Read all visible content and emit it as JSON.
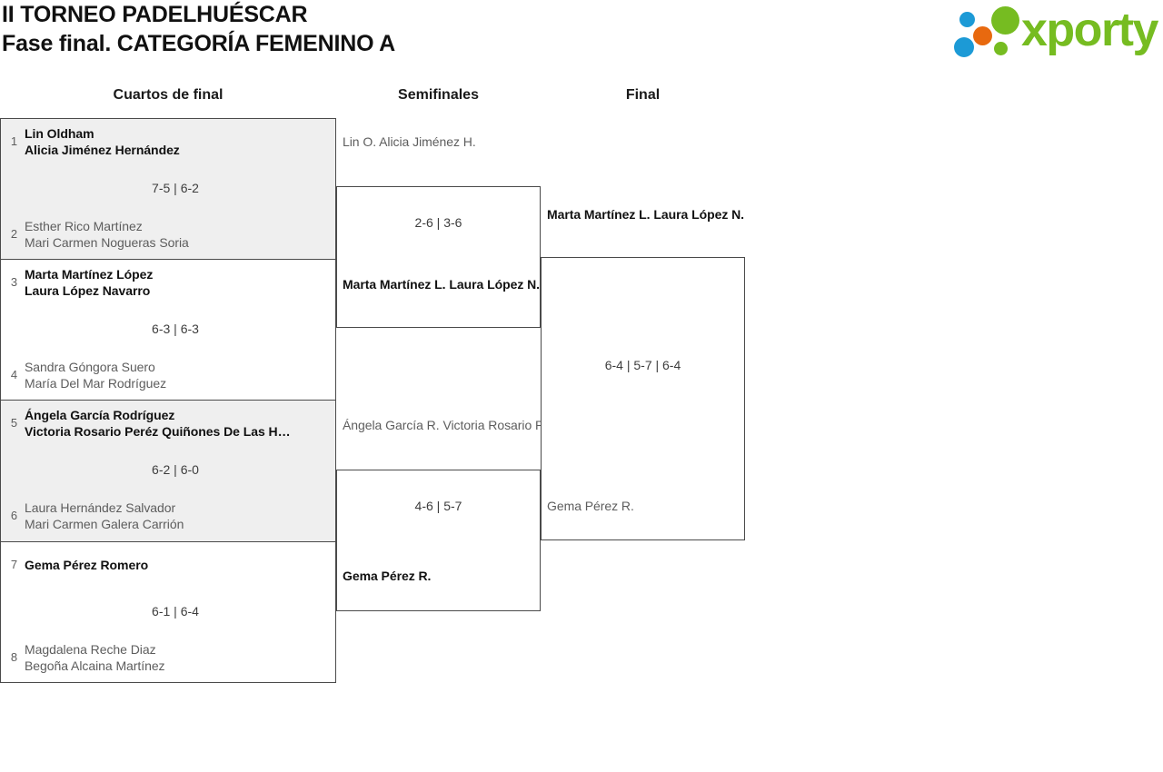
{
  "header": {
    "title_line1": "II TORNEO PADELHUÉSCAR",
    "title_line2": "Fase final. CATEGORÍA FEMENINO A"
  },
  "logo": {
    "wordmark": "xporty",
    "colors": {
      "green": "#76bc21",
      "blue": "#1c9ad6",
      "orange": "#e8690f"
    }
  },
  "rounds": {
    "quarterfinals_label": "Cuartos de final",
    "semifinals_label": "Semifinales",
    "final_label": "Final"
  },
  "colors": {
    "shaded_row": "#efefef",
    "border": "#4a4a4a",
    "winner_text": "#111111",
    "loser_text": "#5d5d5d"
  },
  "quarterfinals": [
    {
      "score": "7-5 | 6-2",
      "top": {
        "seed": "1",
        "player1": "Lin Oldham",
        "player2": "Alicia Jiménez Hernández",
        "result": "winner"
      },
      "bottom": {
        "seed": "2",
        "player1": "Esther Rico Martínez",
        "player2": "Mari Carmen Nogueras Soria",
        "result": "loser"
      }
    },
    {
      "score": "6-3 | 6-3",
      "top": {
        "seed": "3",
        "player1": "Marta Martínez López",
        "player2": "Laura López Navarro",
        "result": "winner"
      },
      "bottom": {
        "seed": "4",
        "player1": "Sandra Góngora Suero",
        "player2": "María Del Mar Rodríguez",
        "result": "loser"
      }
    },
    {
      "score": "6-2 | 6-0",
      "top": {
        "seed": "5",
        "player1": "Ángela García Rodríguez",
        "player2": "Victoria Rosario Peréz Quiñones De Las H…",
        "result": "winner"
      },
      "bottom": {
        "seed": "6",
        "player1": "Laura Hernández Salvador",
        "player2": "Mari Carmen Galera Carrión",
        "result": "loser"
      }
    },
    {
      "score": "6-1 | 6-4",
      "top": {
        "seed": "7",
        "player1": "Gema Pérez Romero",
        "player2": "",
        "result": "winner"
      },
      "bottom": {
        "seed": "8",
        "player1": "Magdalena Reche Diaz",
        "player2": "Begoña Alcaina Martínez",
        "result": "loser"
      }
    }
  ],
  "semifinals": [
    {
      "score": "2-6 | 3-6",
      "upper": {
        "player1": "Lin O.",
        "player2": "Alicia Jiménez H.",
        "result": "loser"
      },
      "lower": {
        "player1": "Marta Martínez L.",
        "player2": "Laura López N.",
        "result": "winner"
      }
    },
    {
      "score": "4-6 | 5-7",
      "upper": {
        "player1": "Ángela García R.",
        "player2": "Victoria Rosario P.",
        "result": "loser"
      },
      "lower": {
        "player1": "Gema Pérez R.",
        "player2": "",
        "result": "winner"
      }
    }
  ],
  "final": {
    "score": "6-4 | 5-7 | 6-4",
    "upper": {
      "player1": "Marta Martínez L.",
      "player2": "Laura López N.",
      "result": "winner"
    },
    "lower": {
      "player1": "Gema Pérez R.",
      "player2": "",
      "result": "loser"
    }
  }
}
